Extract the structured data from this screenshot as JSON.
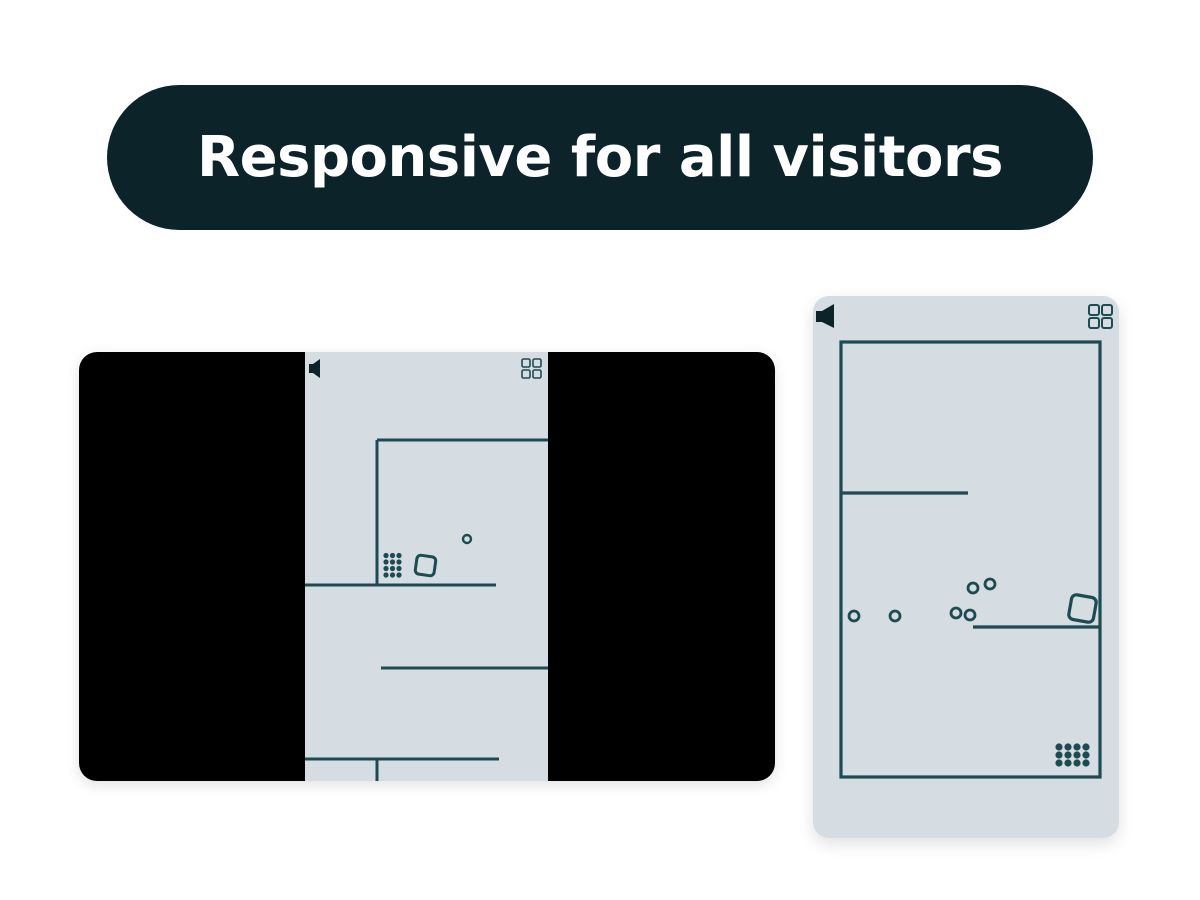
{
  "headline": {
    "text": "Responsive for all visitors"
  },
  "colors": {
    "headline_bg": "#0b2329",
    "headline_text": "#ffffff",
    "game_bg": "#d5dde3",
    "game_stroke": "#1e4a52",
    "letterbox": "#000000"
  },
  "icons": {
    "sound": "speaker-icon",
    "menu": "level-grid-icon",
    "player": "rounded-square-player",
    "goal": "dot-grid-goal",
    "collectible": "ring-coin"
  },
  "views": {
    "desktop": {
      "label": "desktop-view",
      "letterboxed": true
    },
    "mobile": {
      "label": "mobile-view",
      "letterboxed": false
    }
  }
}
